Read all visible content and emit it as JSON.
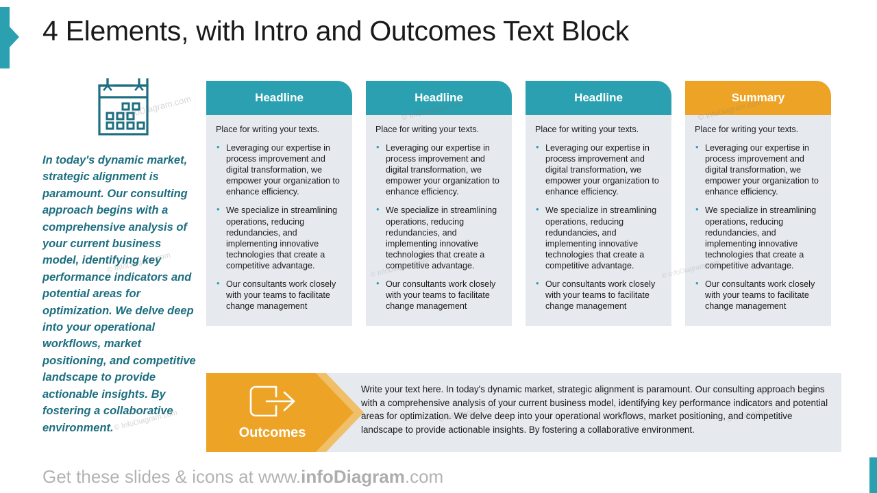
{
  "slide": {
    "title": "4 Elements, with Intro and Outcomes Text Block",
    "colors": {
      "teal": "#2ba0b0",
      "teal_text": "#1c6e80",
      "orange": "#eda426",
      "orange_light": "#f0bf69",
      "panel_bg": "#e6e9ee",
      "footer_gray": "#b3b3b3"
    }
  },
  "left": {
    "icon": "calendar-icon",
    "intro_text": "In today's dynamic market, strategic alignment is paramount. Our consulting approach begins with a comprehensive analysis of your current business model, identifying key performance indicators and potential areas for optimization. We delve deep into your operational workflows, market positioning, and competitive landscape to provide actionable insights. By fostering a collaborative environment."
  },
  "cards": [
    {
      "headline": "Headline",
      "header_color": "teal",
      "lead": "Place for writing your texts.",
      "bullets": [
        "Leveraging our expertise in process improvement and digital transformation, we empower your organization to enhance efficiency.",
        "We specialize in streamlining operations, reducing redundancies, and implementing innovative technologies that create a competitive advantage.",
        "Our consultants work closely with your teams to facilitate change management"
      ]
    },
    {
      "headline": "Headline",
      "header_color": "teal",
      "lead": "Place for writing your texts.",
      "bullets": [
        "Leveraging our expertise in process improvement and digital transformation, we empower your organization to enhance efficiency.",
        "We specialize in streamlining operations, reducing redundancies, and implementing innovative technologies that create a competitive advantage.",
        "Our consultants work closely with your teams to facilitate change management"
      ]
    },
    {
      "headline": "Headline",
      "header_color": "teal",
      "lead": "Place for writing your texts.",
      "bullets": [
        "Leveraging our expertise in process improvement and digital transformation, we empower your organization to enhance efficiency.",
        "We specialize in streamlining operations, reducing redundancies, and implementing innovative technologies that create a competitive advantage.",
        "Our consultants work closely with your teams to facilitate change management"
      ]
    },
    {
      "headline": "Summary",
      "header_color": "orange",
      "lead": "Place for writing your texts.",
      "bullets": [
        "Leveraging our expertise in process improvement and digital transformation, we empower your organization to enhance efficiency.",
        "We specialize in streamlining operations, reducing redundancies, and implementing innovative technologies that create a competitive advantage.",
        "Our consultants work closely with your teams to facilitate change management"
      ]
    }
  ],
  "outcomes": {
    "label": "Outcomes",
    "icon": "exit-arrow-icon",
    "text": "Write your text here. In today's dynamic market, strategic alignment is paramount. Our consulting approach begins with a comprehensive analysis of your current business model, identifying key performance indicators and potential areas for optimization. We delve deep into your operational workflows, market positioning, and competitive landscape to provide actionable insights. By fostering a collaborative environment."
  },
  "footer": {
    "prefix": "Get these slides & icons at www.",
    "brand": "infoDiagram",
    "suffix": ".com"
  },
  "watermark": {
    "text": "© InfoDiagram.com"
  }
}
